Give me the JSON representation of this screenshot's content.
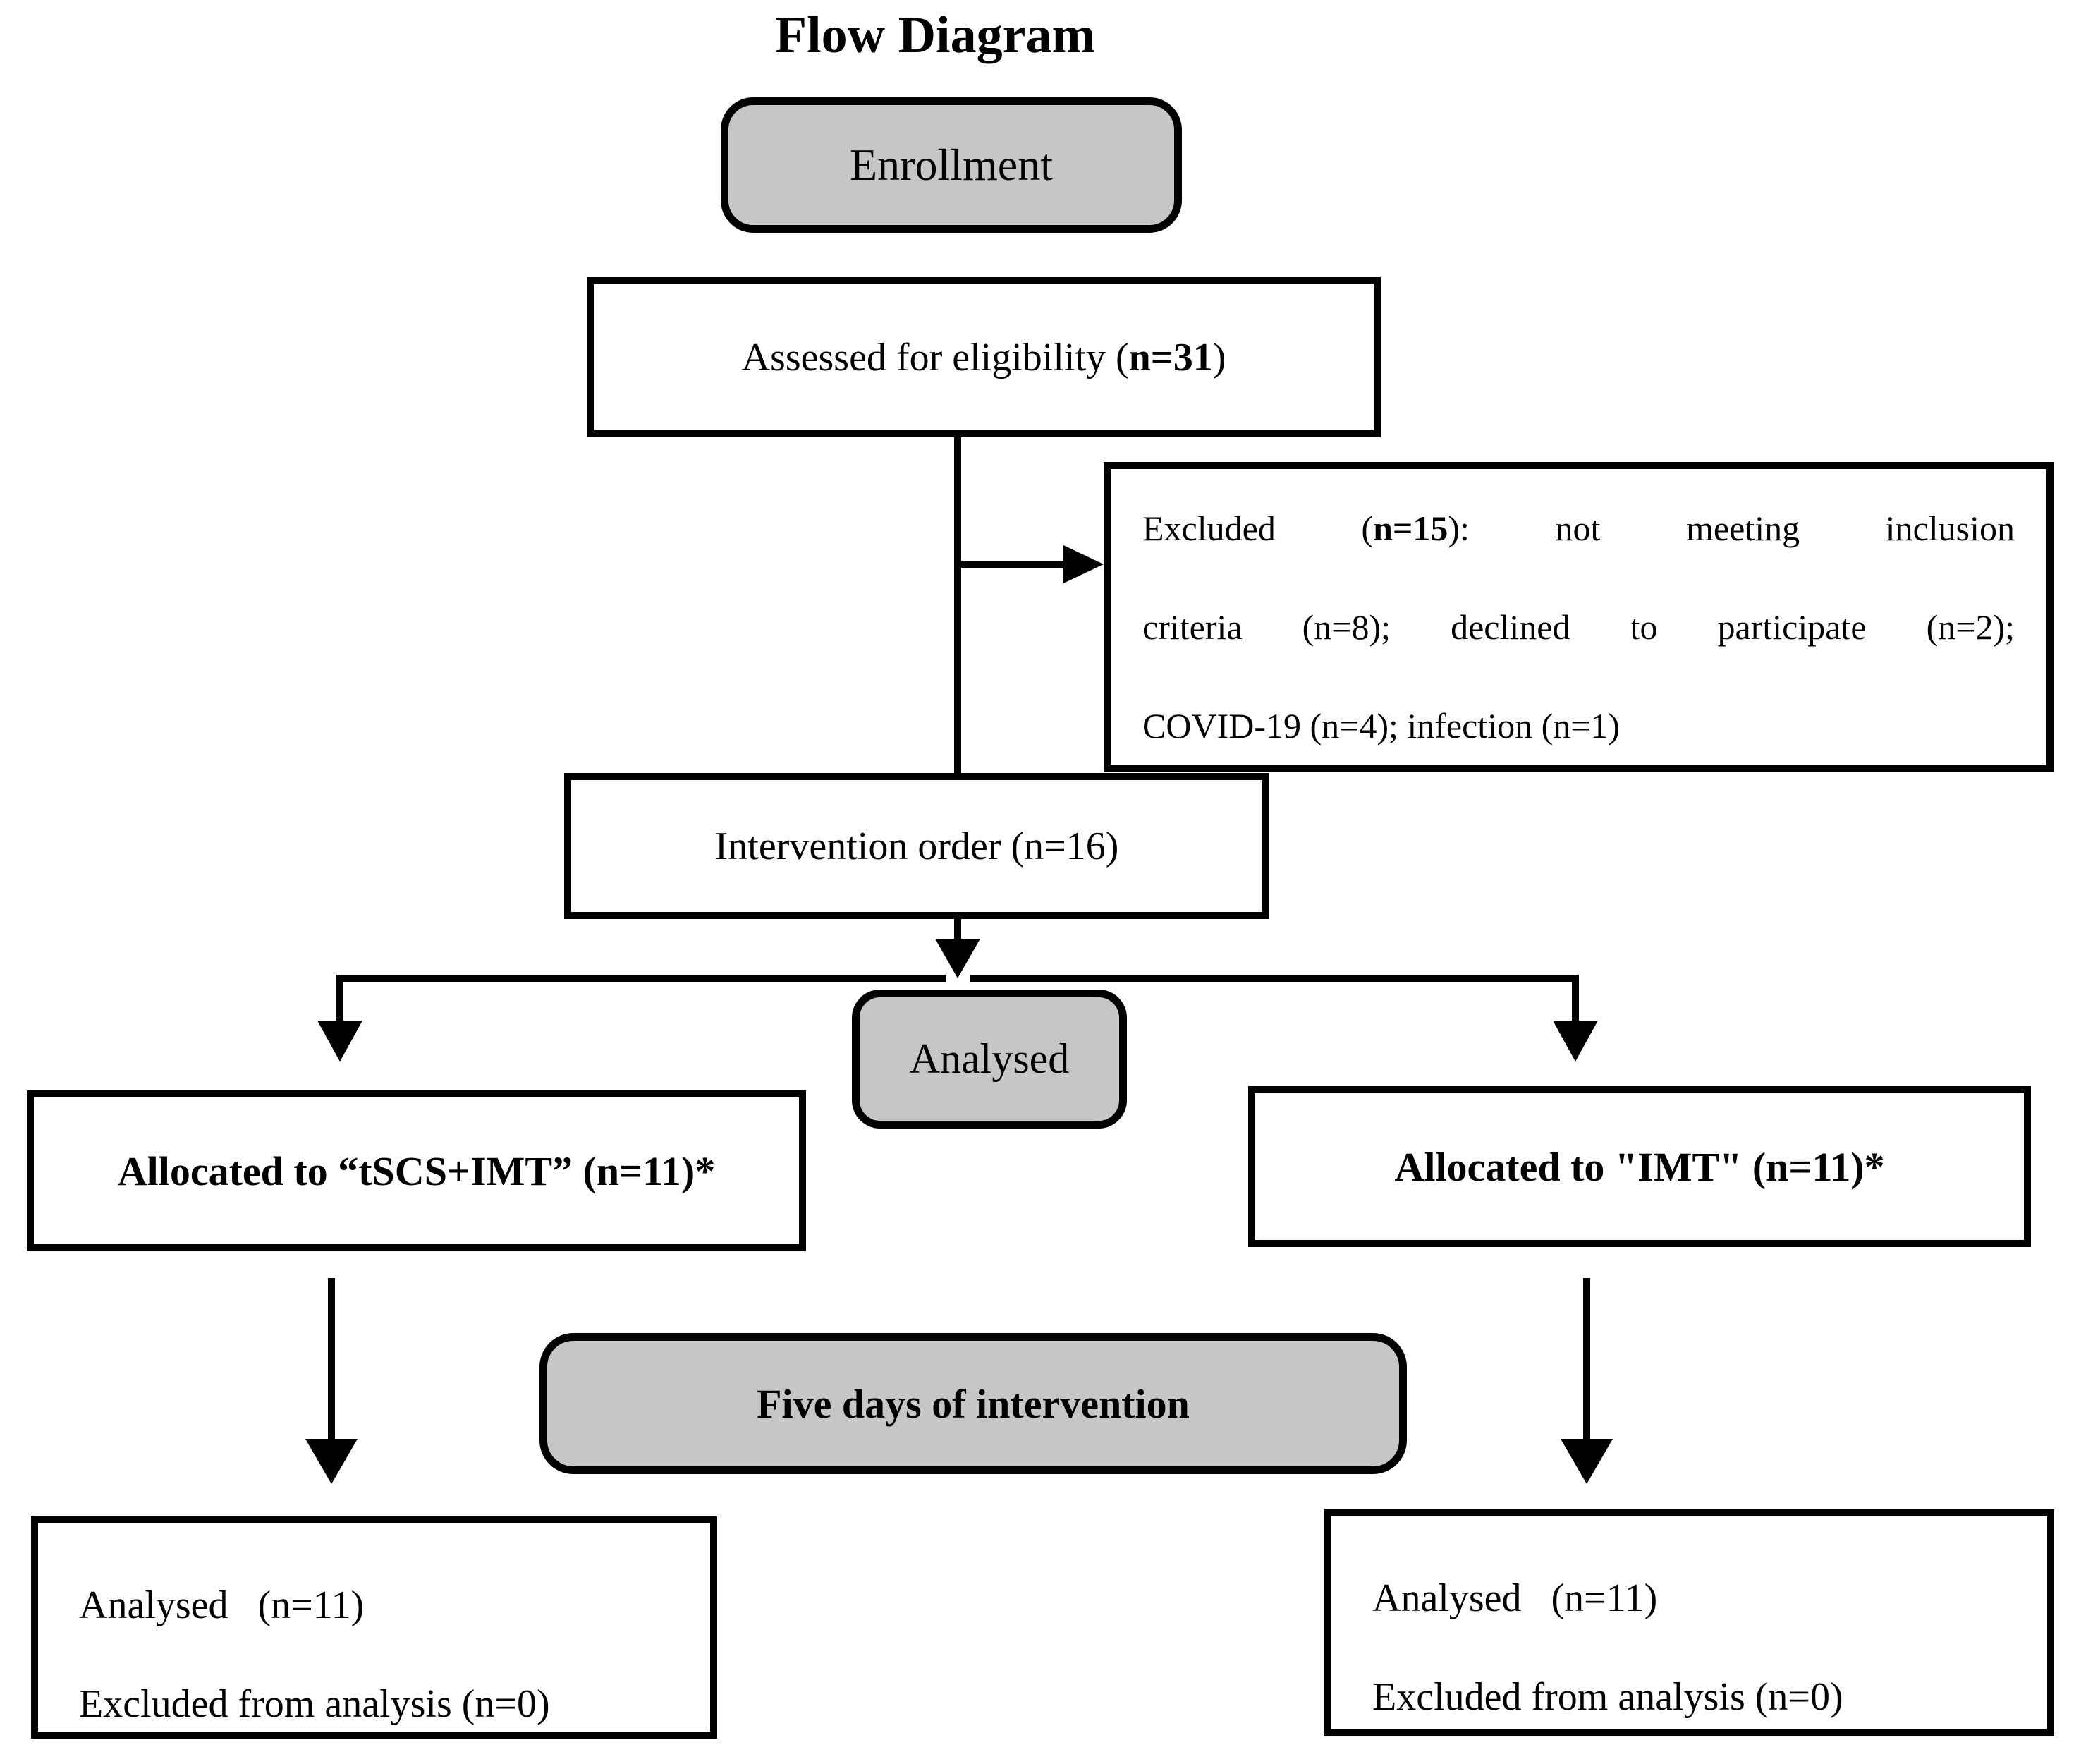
{
  "title": "Flow Diagram",
  "colors": {
    "gray_fill": "#c6c6c6",
    "line": "#000000",
    "background": "#ffffff"
  },
  "nodes": {
    "enrollment": {
      "label": "Enrollment"
    },
    "assessed": {
      "pre": "Assessed for eligibility (",
      "bold": "n=31",
      "post": ")"
    },
    "excluded": {
      "line1_pre": "Excluded (",
      "line1_bold": "n=15",
      "line1_post": "): not meeting inclusion",
      "line2": "criteria (n=8); declined to participate (n=2);",
      "line3": "COVID-19 (n=4); infection (n=1)"
    },
    "intervention": {
      "label": "Intervention order (n=16)"
    },
    "analysed": {
      "label": "Analysed"
    },
    "allocated_left": {
      "label": "Allocated to “tSCS+IMT” (n=11)*"
    },
    "allocated_right": {
      "label": "Allocated to \"IMT\" (n=11)*"
    },
    "five_days": {
      "label": "Five days of intervention"
    },
    "outcome_left": {
      "line1": "Analysed   (n=11)",
      "line2": "Excluded from analysis (n=0)"
    },
    "outcome_right": {
      "line1": "Analysed   (n=11)",
      "line2": "Excluded from analysis (n=0)"
    }
  }
}
